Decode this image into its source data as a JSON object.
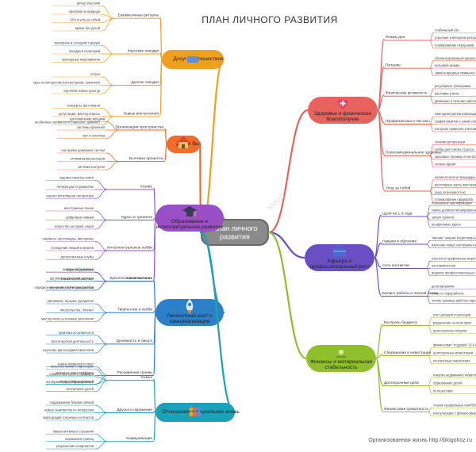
{
  "title": "ПЛАН ЛИЧНОГО РАЗВИТИЯ",
  "center": "План личного развития",
  "footer": "Организованная жизнь http://blogohoz.ru",
  "watermark": "XMind",
  "icons": {
    "leisure": "travel-icon",
    "home": "house-icon",
    "education": "graduation-cap-icon",
    "growth": "rocket-icon",
    "relations": "people-icon",
    "health": "heart-icon",
    "career": "briefcase-icon",
    "finance": "money-icon"
  },
  "branches": {
    "leisure": {
      "label": "Досуг и путешествия",
      "color": "#f0a020",
      "children": [
        {
          "label": "Ежемесячные ритуалы",
          "leaves": [
            "вечер классики",
            "прогулки на природе",
            "SPA в углу за собой",
            "время без детей"
          ]
        },
        {
          "label": "Короткие поездки",
          "leaves": [
            "выходные в соседних городах",
            "поездка в санаторий",
            "культурные мероприятия"
          ]
        },
        {
          "label": "Долгие поездки",
          "leaves": [
            "отпуск",
            "туры по интересам (гастротуризм, тренинги)",
            "изучение новых культур"
          ]
        },
        {
          "label": "Новые впечатления",
          "leaves": [
            "концерты, фестивали",
            "дегустации, мастер-классы",
            "необычные активности (парашют, дайвинг)"
          ]
        }
      ]
    },
    "home": {
      "label": "Дом и быт",
      "color": "#f26b2a",
      "children": [
        {
          "label": "Организация пространства",
          "leaves": [
            "расхламление вещами",
            "системы хранения",
            "уют и эстетика"
          ]
        },
        {
          "label": "Бытовые процессы",
          "leaves": [
            "настройка домашних систем",
            "оптимизация расходов",
            "система контроля"
          ]
        }
      ]
    },
    "education": {
      "label": "Образование и интеллектуальное развитие",
      "color": "#9b4fc4",
      "children": [
        {
          "label": "Чтение",
          "leaves": [
            "художественные книги",
            "литература по развитию",
            "научно-популярная литература"
          ]
        },
        {
          "label": "Курсы и тренинги",
          "leaves": [
            "иностранные языки",
            "цифровые навыки",
            "искусство, история, наука"
          ]
        },
        {
          "label": "Интеллектуальные хобби",
          "leaves": [
            "шахматы, кроссворды, викторины",
            "посещение лекций и музеев",
            "дискуссионные клубы"
          ]
        },
        {
          "label": "Критическое мышление",
          "leaves": [
            "анализ информации",
            "аргументация своей позиции",
            "изучение логических ошибок"
          ]
        }
      ]
    },
    "growth": {
      "label": "Личностный рост и самореализация",
      "color": "#2d7fc8",
      "children": [
        {
          "label": "Самопознание",
          "leaves": [
            "ведение дневника",
            "психологический тест",
            "определение ценностей и приоритетов"
          ]
        },
        {
          "label": "Творчество и хобби",
          "leaves": [
            "рисование, музыка, рукоделие",
            "писательство, блогинг",
            "мастер-классы и новые увлечения"
          ]
        },
        {
          "label": "Духовность и смысл",
          "leaves": [
            "практика осознанности",
            "волонтерская деятельность",
            "изучение философии/психологии"
          ]
        },
        {
          "label": "Расширение границ",
          "leaves": [
            "новые привычки и опыт",
            "выход из зоны комфорта",
            "эксперименты с образом жизни"
          ]
        }
      ]
    },
    "relations": {
      "label": "Отношения и социальная жизнь",
      "color": "#1aa3b8",
      "children": [
        {
          "label": "Семья",
          "leaves": [
            "качество жизни с партнером",
            "совместные цели и традиции",
            "поддержка родителей",
            "воспитание детей"
          ]
        },
        {
          "label": "Друзья и окружение",
          "leaves": [
            "поддержание близких связей",
            "новые знакомства по интересам",
            "фильтрация токсичных контактов"
          ]
        },
        {
          "label": "Коммуникация",
          "leaves": [
            "навык активного слушания",
            "выражение границ",
            "разрешение конфликтов"
          ]
        }
      ]
    },
    "health": {
      "label": "Здоровье и физическое благополучие",
      "color": "#e8625e",
      "children": [
        {
          "label": "Режим дня",
          "leaves": [
            "стабильный сон",
            "утренние и вечерние ритуалы",
            "планирование перерывов"
          ]
        },
        {
          "label": "Питание",
          "leaves": [
            "сбалансированный рацион",
            "питьевой режим",
            "замена вредных привычек"
          ]
        },
        {
          "label": "Физическая активность",
          "leaves": [
            "регулярные тренировки",
            "растяжка и йога",
            "движение в течение рабочего дня"
          ]
        },
        {
          "label": "Профилактика и чек-апы",
          "leaves": [
            "ежегодная диспансеризация",
            "график визитов к узким специалистам",
            "контроль привычек и витамин"
          ]
        },
        {
          "label": "Психоэмоциональное здоровье",
          "leaves": [
            "техники релаксации",
            "хобби для снятия стресса",
            "здоровые границы и контроль окружения",
            "личное время"
          ]
        },
        {
          "label": "Уход за собой",
          "leaves": [
            "косметология и процедуры",
            "регулярные курсы массажа",
            "уход за внешностью",
            "планирование гардероба"
          ]
        }
      ]
    },
    "career": {
      "label": "Карьера и профессиональный рост",
      "color": "#6a4fc4",
      "children": [
        {
          "label": "Цели на 1-3 года",
          "leaves": [
            "повышение квалификации",
            "смена должности/направления",
            "запуск проекта",
            "профильные курсы"
          ]
        },
        {
          "label": "Навыки и обучение",
          "leaves": [
            "\"мягкие\" навыки (переговоры, тайм-менеджмент)",
            "изучение новых инструментов/технологий"
          ]
        },
        {
          "label": "Сеть контактов",
          "leaves": [
            "участие в профильных мероприятиях",
            "наставничество",
            "ведение профессиональных аккаунтов"
          ]
        },
        {
          "label": "Баланс работы и личной жизни",
          "leaves": [
            "делегирование",
            "отказ от переработок",
            "четкие границы рабочего времени"
          ]
        }
      ]
    },
    "finance": {
      "label": "Финансы и материальная стабильность",
      "color": "#8fbf2a",
      "children": [
        {
          "label": "Контроль бюджета",
          "leaves": [
            "учет доходов и расходов",
            "разделение на категории",
            "долгосрочные покупки"
          ]
        },
        {
          "label": "Сбережения и инвестиции",
          "leaves": [
            "финансовая \"подушка\" (3-6 месячных расходов)",
            "долгосрочные инвестиции",
            "пенсионные накопления"
          ]
        },
        {
          "label": "Долгосрочные цели",
          "leaves": [
            "покупка недвижимости/автомобиля",
            "образование детей",
            "путешествия"
          ]
        },
        {
          "label": "Финансовая грамотность",
          "leaves": [
            "чтение профильных книг/блогов",
            "консультации с финансовыми специалистами"
          ]
        }
      ]
    }
  }
}
